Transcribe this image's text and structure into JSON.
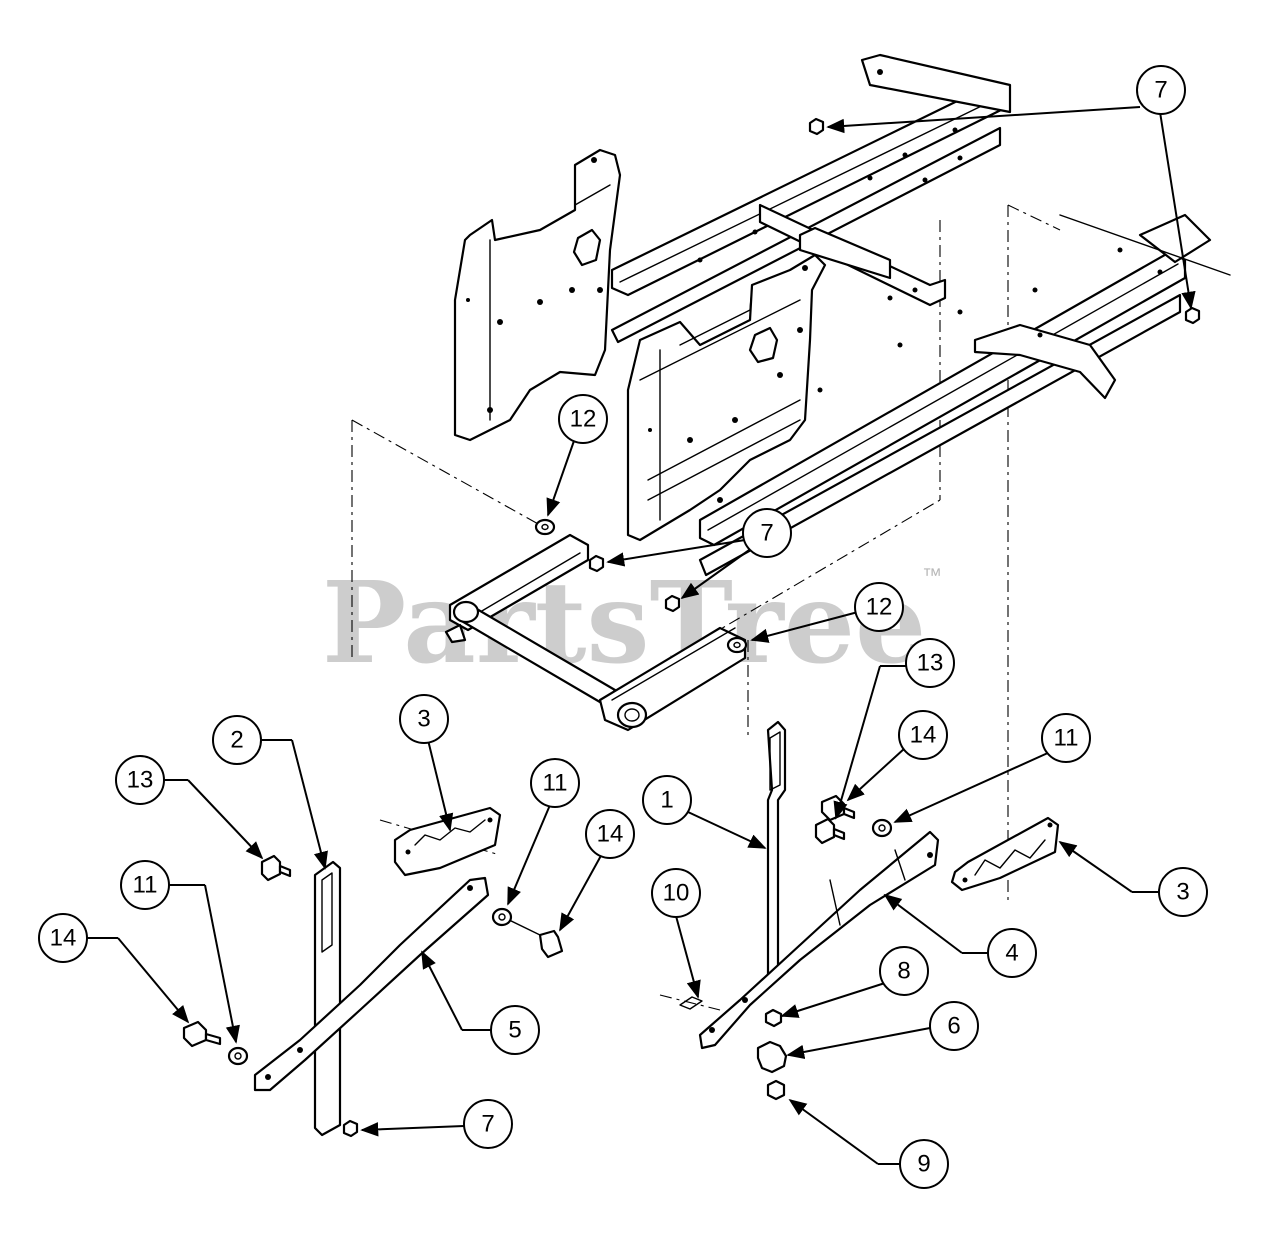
{
  "watermark": {
    "brand": "PartsTree",
    "trademark": "™"
  },
  "callouts": [
    "7",
    "12",
    "7",
    "12",
    "13",
    "14",
    "11",
    "1",
    "2",
    "13",
    "3",
    "11",
    "14",
    "11",
    "14",
    "5",
    "7",
    "10",
    "8",
    "6",
    "9",
    "4",
    "3"
  ],
  "colors": {
    "line": "#000000",
    "watermark": "#b8b8b8",
    "background": "#ffffff"
  }
}
